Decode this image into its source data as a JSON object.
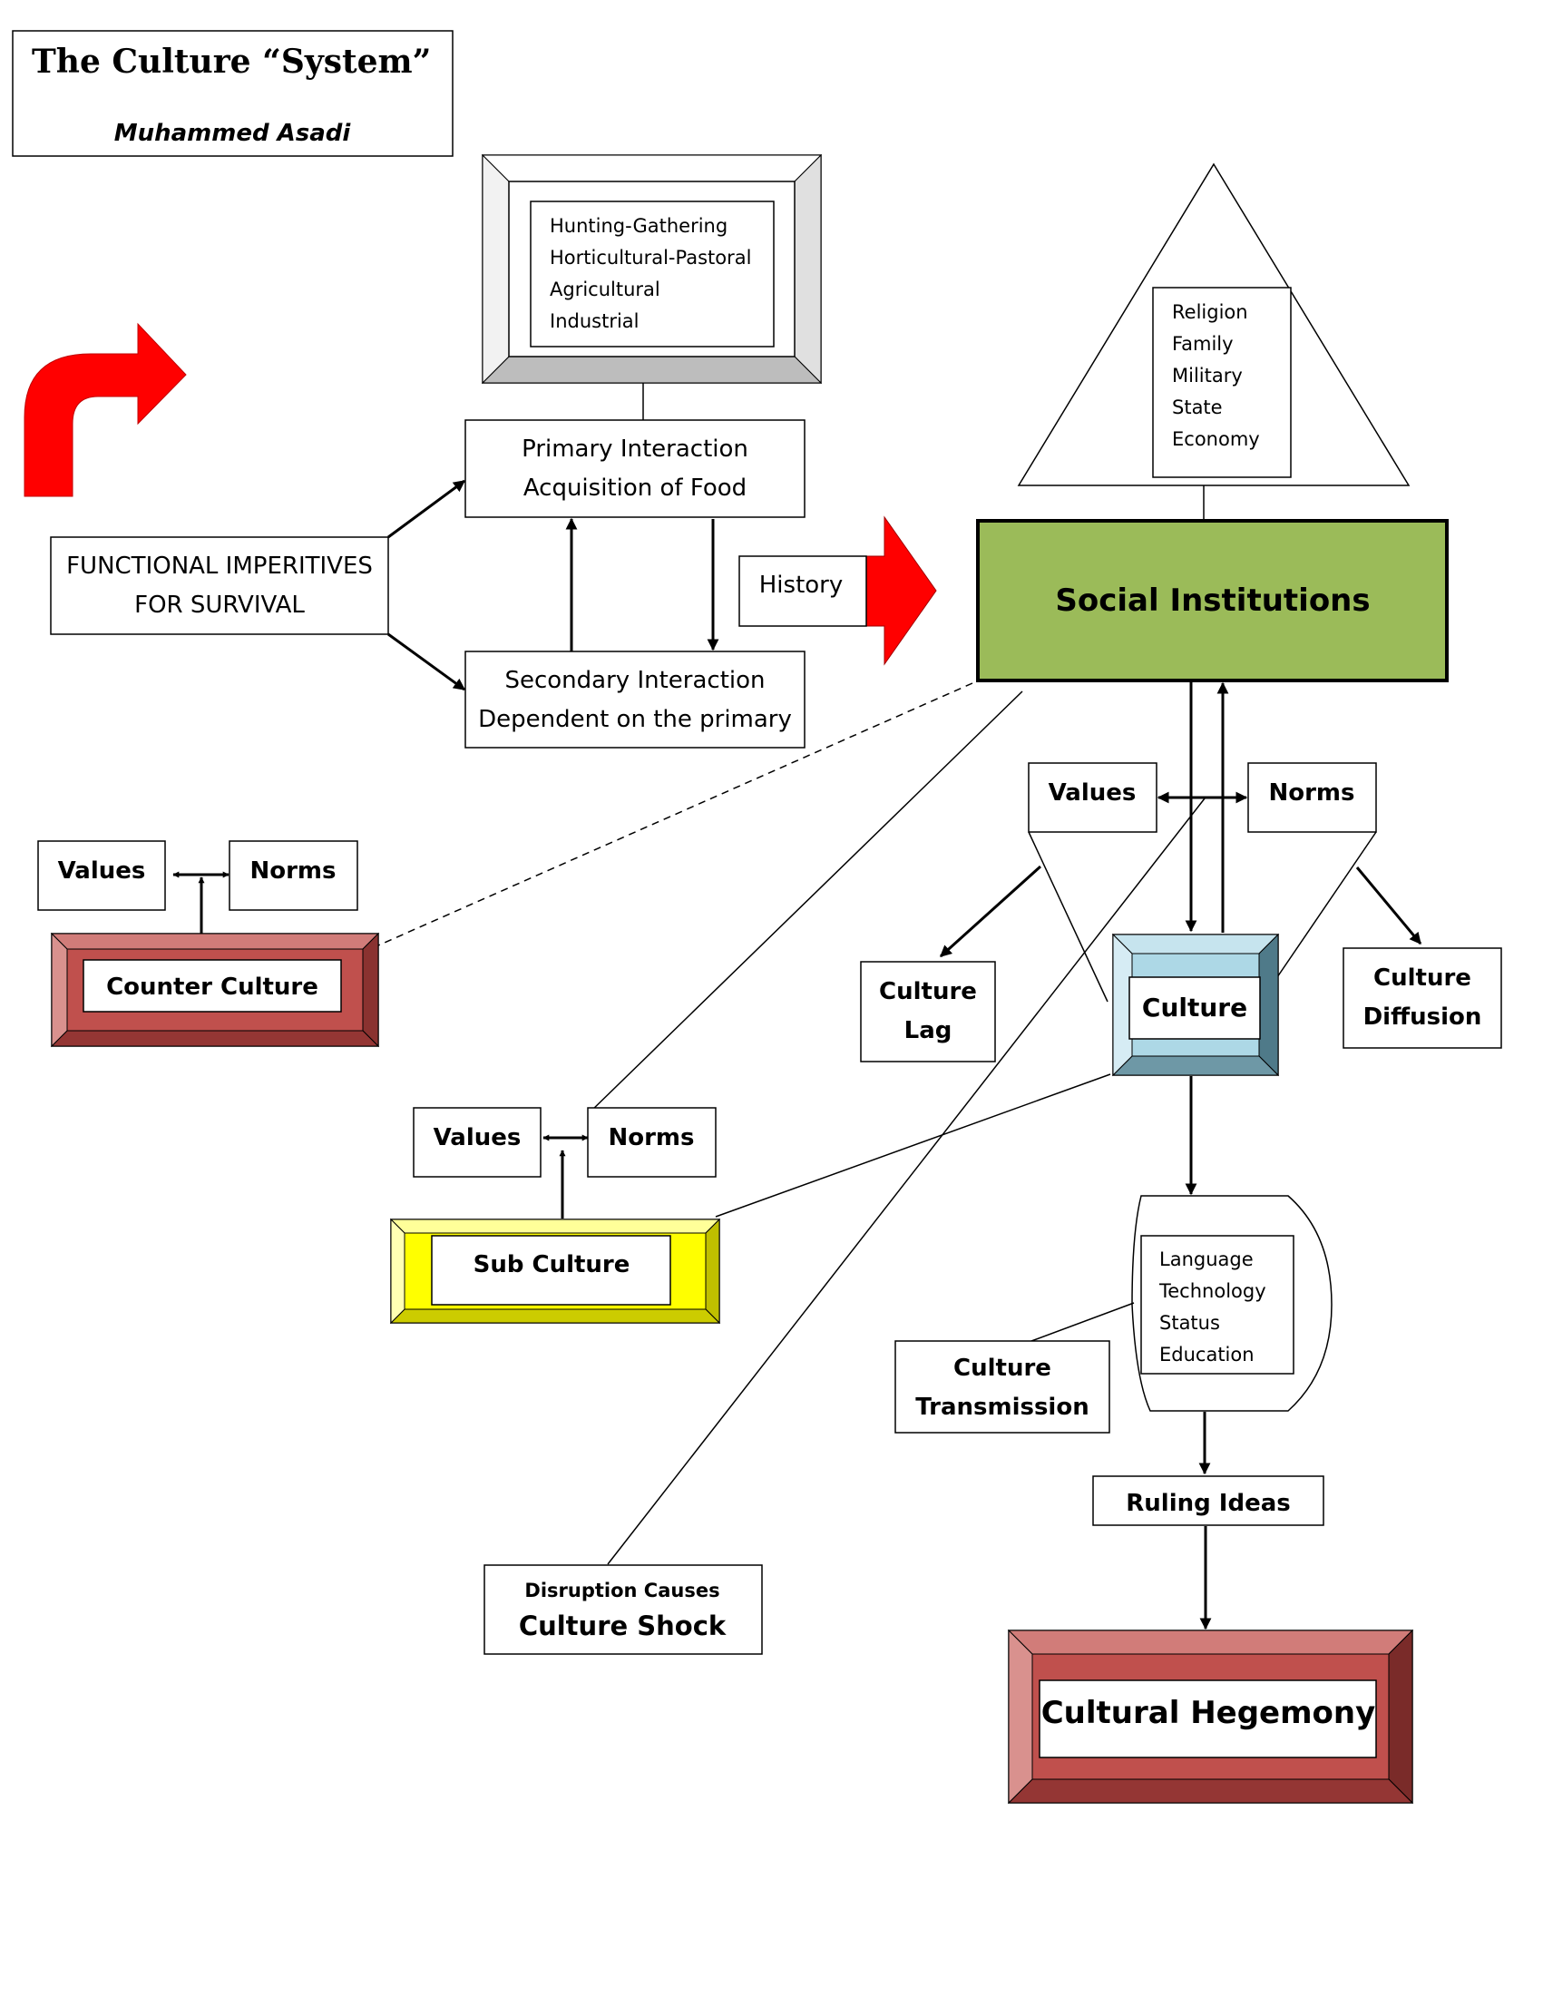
{
  "header": {
    "title": "The Culture “System”",
    "author": "Muhammed Asadi"
  },
  "subsistence": {
    "items": [
      "Hunting-Gathering",
      "Horticultural-Pastoral",
      "Agricultural",
      "Industrial"
    ]
  },
  "interaction": {
    "primary_line1": "Primary Interaction",
    "primary_line2": "Acquisition of Food",
    "secondary_line1": "Secondary Interaction",
    "secondary_line2": "Dependent on the primary"
  },
  "functional": {
    "line1": "FUNCTIONAL IMPERITIVES",
    "line2": "FOR SURVIVAL"
  },
  "history_label": "History",
  "institutions": {
    "title": "Social Institutions",
    "items": [
      "Religion",
      "Family",
      "Military",
      "State",
      "Economy"
    ],
    "fill": "#9bbb59"
  },
  "main_culture": {
    "values": "Values",
    "norms": "Norms",
    "label": "Culture",
    "lag_line1": "Culture",
    "lag_line2": "Lag",
    "diffusion_line1": "Culture",
    "diffusion_line2": "Diffusion",
    "color": "#add8e6"
  },
  "counter_culture": {
    "values": "Values",
    "norms": "Norms",
    "label": "Counter Culture",
    "color": "#c0504d"
  },
  "sub_culture": {
    "values": "Values",
    "norms": "Norms",
    "label": "Sub Culture",
    "color": "#ffff00"
  },
  "transmission": {
    "items": [
      "Language",
      "Technology",
      "Status",
      "Education"
    ],
    "label_line1": "Culture",
    "label_line2": "Transmission"
  },
  "ruling_ideas": "Ruling Ideas",
  "hegemony": "Cultural Hegemony",
  "shock": {
    "line1": "Disruption Causes",
    "line2": "Culture Shock"
  },
  "accent_red": "#ff0000"
}
